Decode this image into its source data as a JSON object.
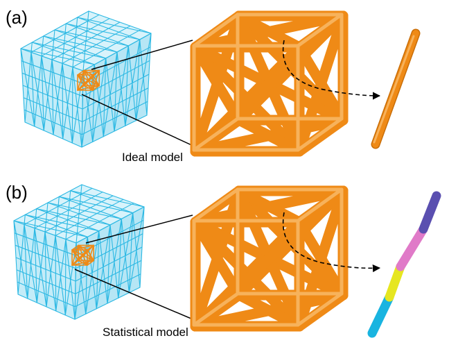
{
  "colors": {
    "lattice": "#2bb8e3",
    "lattice_dark": "#1d9cc4",
    "strut": "#ef8a16",
    "strut_highlight": "#f7b25b",
    "segment_blue": "#19b4e0",
    "segment_yellow": "#e6e620",
    "segment_pink": "#e07ac8",
    "segment_purple": "#5a4fb0",
    "connector": "#000000"
  },
  "panels": [
    {
      "label": "(a)",
      "caption": "Ideal model"
    },
    {
      "label": "(b)",
      "caption": "Statistical model"
    }
  ],
  "icons": {
    "lattice": "cube-lattice-icon",
    "unit_cell": "unit-cell-icon",
    "strut": "strut-icon",
    "arrow": "dashed-curved-arrow-icon"
  }
}
